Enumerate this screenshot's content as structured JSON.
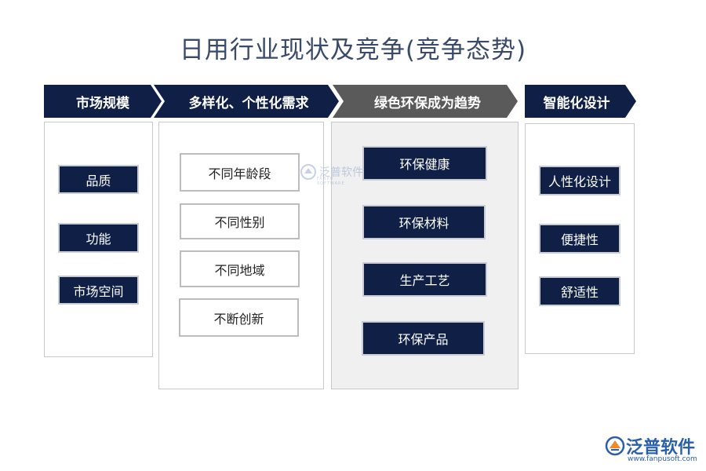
{
  "title": "日用行业现状及竞争(竞争态势)",
  "columns": [
    {
      "header": "市场规模",
      "items": [
        "品质",
        "功能",
        "市场空间"
      ]
    },
    {
      "header": "多样化、个性化需求",
      "items": [
        "不同年龄段",
        "不同性别",
        "不同地域",
        "不断创新"
      ]
    },
    {
      "header": "绿色环保成为趋势",
      "items": [
        "环保健康",
        "环保材料",
        "生产工艺",
        "环保产品"
      ]
    },
    {
      "header": "智能化设计",
      "items": [
        "人性化设计",
        "便捷性",
        "舒适性"
      ]
    }
  ],
  "watermark": {
    "text": "泛普软件",
    "sub": "FANPU SOFTWARE"
  },
  "logo": {
    "text": "泛普软件",
    "url": "www.fanpusoft.com"
  },
  "colors": {
    "navy": "#0f1f45",
    "highlight_arrow": "#5a5a5a",
    "title": "#3a4a6b"
  }
}
